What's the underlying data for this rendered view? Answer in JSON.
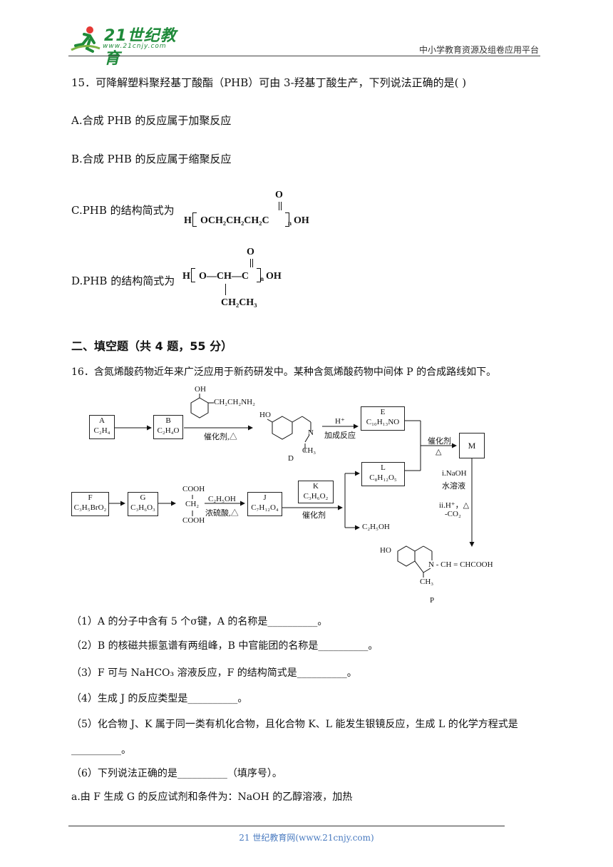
{
  "header": {
    "logo_text": "21世纪教育",
    "logo_url": "www.21cnjy.com",
    "platform": "中小学教育资源及组卷应用平台"
  },
  "q15": {
    "stem": "15．可降解塑料聚羟基丁酸酯（PHB）可由 3-羟基丁酸生产，下列说法正确的是(      )",
    "a": "A.合成 PHB 的反应属于加聚反应",
    "b": "B.合成 PHB 的反应属于缩聚反应",
    "c": "C.PHB 的结构简式为",
    "d": "D.PHB 的结构简式为",
    "c_struct": {
      "o": "O",
      "left": "H",
      "body": "OCH₂CH₂CH₂C",
      "n": "n",
      "right": "OH"
    },
    "d_struct": {
      "o": "O",
      "left": "H",
      "body": "O—CH—C",
      "n": "n",
      "right": "OH",
      "branch": "CH₂CH₃"
    }
  },
  "section2": "二、填空题（共 4 题，55 分）",
  "q16": {
    "stem": "16．含氮烯酸药物近年来广泛应用于新药研发中。某种含氮烯酸药物中间体 P 的合成路线如下。",
    "scheme": {
      "A": [
        "A",
        "C₂H₄"
      ],
      "B": [
        "B",
        "C₂H₄O"
      ],
      "E": [
        "E",
        "C₁₀H₁₃NO"
      ],
      "M": "M",
      "L": [
        "L",
        "C₈H₁₂O₅"
      ],
      "F": [
        "F",
        "C₃H₅BrO₂"
      ],
      "G": [
        "G",
        "C₃H₆O₃"
      ],
      "J": [
        "J",
        "C₇H₁₂O₄"
      ],
      "K": [
        "K",
        "C₃H₆O₂"
      ],
      "OH": "OH",
      "CH2CH2NH2": "CH₂CH₂NH₂",
      "catalyst_heat": "催化剂,△",
      "HO": "HO",
      "N": "N",
      "CH3": "CH₃",
      "D": "D",
      "Hplus": "H⁺",
      "addition": "加成反应",
      "catalyst": "催化剂",
      "delta": "△",
      "step_i": "i.NaOH",
      "step_i2": "水溶液",
      "step_ii": "ii.H⁺，△",
      "step_ii2": "-CO₂",
      "COOH_top": "COOH",
      "CH2": "CH₂",
      "COOH_bot": "COOH",
      "C2H5OH_reagent": "C₂H₅OH",
      "conc_acid": "浓硫酸,△",
      "byproduct": "C₂H₅OH",
      "P_HO": "HO",
      "P_chain": "N - CH = CHCOOH",
      "P_CH3": "CH₃",
      "P": "P"
    },
    "parts": [
      "（1）A 的分子中含有 5 个σ键，A 的名称是__________。",
      "（2）B 的核磁共振氢谱有两组峰，B 中官能团的名称是__________。",
      "（3）F 可与 NaHCO₃ 溶液反应，F 的结构简式是__________。",
      "（4）生成 J 的反应类型是__________。",
      "（5）化合物 J、K 属于同一类有机化合物，且化合物 K、L 能发生银镜反应，生成 L 的化学方程式是",
      "__________。",
      "（6）下列说法正确的是__________（填序号）。",
      "a.由 F 生成 G 的反应试剂和条件为：NaOH 的乙醇溶液，加热"
    ]
  },
  "footer": "21 世纪教育网(www.21cnjy.com)",
  "colors": {
    "logo": "#1f8a3a",
    "footer": "#4a7bc0"
  }
}
